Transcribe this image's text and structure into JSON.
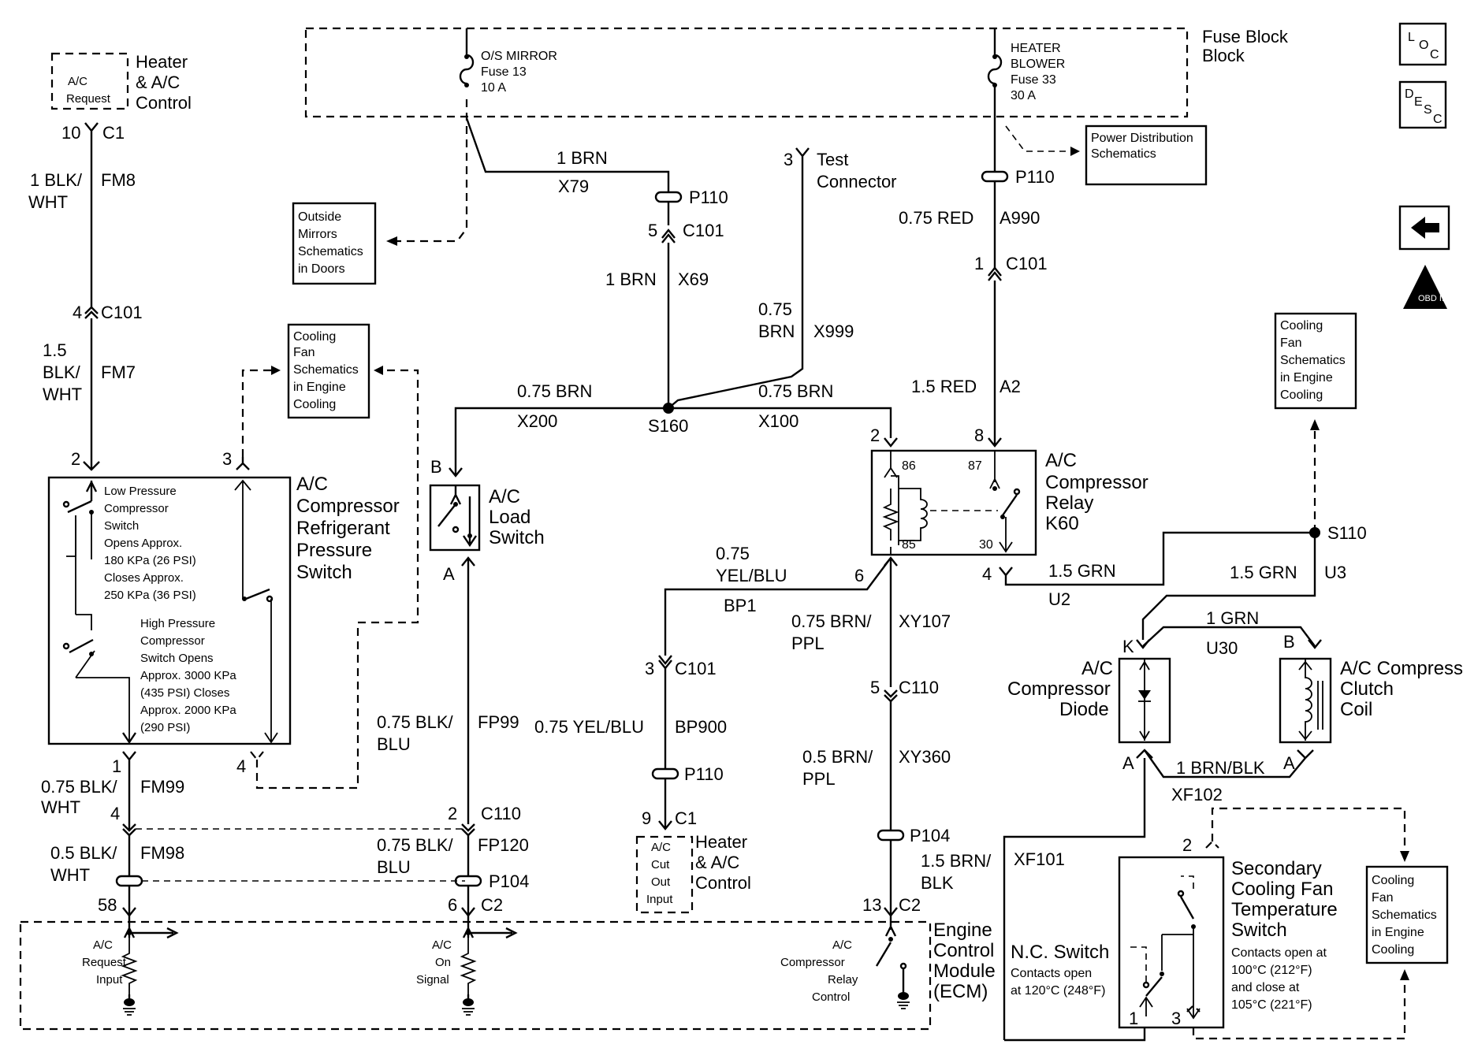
{
  "fuse_block": {
    "title": "Fuse Block",
    "fuse13": [
      "O/S MIRROR",
      "Fuse 13",
      "10 A"
    ],
    "fuse33": [
      "HEATER",
      "BLOWER",
      "Fuse 33",
      "30 A"
    ]
  },
  "refs": {
    "power_dist": [
      "Power Distribution",
      "Schematics"
    ],
    "outside_mirrors": [
      "Outside",
      "Mirrors",
      "Schematics",
      "in Doors"
    ],
    "cooling_fan_left": [
      "Cooling",
      "Fan",
      "Schematics",
      "in Engine",
      "Cooling"
    ],
    "cooling_fan_right_top": [
      "Cooling",
      "Fan",
      "Schematics",
      "in Engine",
      "Cooling"
    ],
    "cooling_fan_right_bottom": [
      "Cooling",
      "Fan",
      "Schematics",
      "in Engine",
      "Cooling"
    ]
  },
  "nav": {
    "loc": "LOC",
    "desc": "DESC",
    "obd": "OBD II"
  },
  "heater_ac_control_top": {
    "box": [
      "A/C",
      "Request"
    ],
    "title": [
      "Heater",
      "& A/C",
      "Control"
    ],
    "pin": "10",
    "conn": "C1"
  },
  "heater_ac_control_bottom": {
    "box": [
      "A/C",
      "Cut",
      "Out",
      "Input"
    ],
    "title": [
      "Heater",
      "& A/C",
      "Control"
    ],
    "pin": "9",
    "conn": "C1"
  },
  "wires": {
    "fm8": {
      "color": [
        "1 BLK/",
        "WHT"
      ],
      "circuit": "FM8"
    },
    "fm7": {
      "color": [
        "1.5",
        "BLK/",
        "WHT"
      ],
      "circuit": "FM7"
    },
    "fm99": {
      "color": [
        "0.75 BLK/",
        "WHT"
      ],
      "circuit": "FM99"
    },
    "fm98": {
      "color": [
        "0.5 BLK/",
        "WHT"
      ],
      "circuit": "FM98"
    },
    "x79": {
      "color": "1 BRN",
      "circuit": "X79"
    },
    "x69": {
      "color": "1 BRN",
      "circuit": "X69"
    },
    "x999": {
      "color": [
        "0.75",
        "BRN"
      ],
      "circuit": "X999"
    },
    "x200": {
      "color": "0.75 BRN",
      "circuit": "X200"
    },
    "x100": {
      "color": "0.75 BRN",
      "circuit": "X100"
    },
    "a990": {
      "color": "0.75 RED",
      "circuit": "A990"
    },
    "a2": {
      "color": "1.5 RED",
      "circuit": "A2"
    },
    "fp99": {
      "color": [
        "0.75 BLK/",
        "BLU"
      ],
      "circuit": "FP99"
    },
    "fp120": {
      "color": [
        "0.75 BLK/",
        "BLU"
      ],
      "circuit": "FP120"
    },
    "bp1": {
      "color": [
        "0.75",
        "YEL/BLU"
      ],
      "circuit": "BP1"
    },
    "bp900": {
      "color": "0.75 YEL/BLU",
      "circuit": "BP900"
    },
    "xy107": {
      "color": [
        "0.75 BRN/",
        "PPL"
      ],
      "circuit": "XY107"
    },
    "xy360": {
      "color": [
        "0.5 BRN/",
        "PPL"
      ],
      "circuit": "XY360"
    },
    "brnblk": {
      "color": [
        "1.5 BRN/",
        "BLK"
      ]
    },
    "u2": {
      "color": "1.5 GRN",
      "circuit": "U2"
    },
    "u3": {
      "color": "1.5 GRN",
      "circuit": "U3"
    },
    "u30": {
      "color": "1 GRN",
      "circuit": "U30"
    },
    "xf102": {
      "color": "1 BRN/BLK",
      "circuit": "XF102"
    },
    "xf101": {
      "circuit": "XF101"
    }
  },
  "connectors": {
    "c101_fm": {
      "pin": "4",
      "conn": "C101"
    },
    "p110_left": "P110",
    "c101_x69": {
      "pin": "5",
      "conn": "C101"
    },
    "test_conn": {
      "pin": "3",
      "label": [
        "Test",
        "Connector"
      ]
    },
    "p110_right": "P110",
    "c101_a990": {
      "pin": "1",
      "conn": "C101"
    },
    "c101_bp": {
      "pin": "3",
      "conn": "C101"
    },
    "p110_bp": "P110",
    "c110_xy": {
      "pin": "5",
      "conn": "C110"
    },
    "p104_right": "P104",
    "c110_fp": {
      "pin": "2",
      "conn": "C110"
    },
    "p104_left": "P104",
    "c2_6": {
      "pin": "6",
      "conn": "C2"
    },
    "c2_13": {
      "pin": "13",
      "conn": "C2"
    },
    "c2_58": {
      "pin": "58"
    },
    "s160": "S160",
    "s110": "S110"
  },
  "pressure_switch": {
    "title": [
      "A/C",
      "Compressor",
      "Refrigerant",
      "Pressure",
      "Switch"
    ],
    "low": [
      "Low Pressure",
      "Compressor",
      "Switch",
      "Opens Approx.",
      "180 KPa (26 PSI)",
      "Closes Approx.",
      "250 KPa (36 PSI)"
    ],
    "high": [
      "High Pressure",
      "Compressor",
      "Switch Opens",
      "Approx. 3000 KPa",
      "(435 PSI) Closes",
      "Approx. 2000 KPa",
      "(290 PSI)"
    ],
    "pins": {
      "p2": "2",
      "p3": "3",
      "p1": "1",
      "p4": "4",
      "p4b": "4"
    }
  },
  "load_switch": {
    "title": [
      "A/C",
      "Load",
      "Switch"
    ],
    "pin_b": "B",
    "pin_a": "A"
  },
  "relay": {
    "title": [
      "A/C",
      "Compressor",
      "Relay",
      "K60"
    ],
    "terms": {
      "t86": "86",
      "t85": "85",
      "t87": "87",
      "t30": "30"
    },
    "pins": {
      "p2": "2",
      "p8": "8",
      "p6": "6",
      "p4": "4"
    }
  },
  "diode": {
    "title": [
      "A/C",
      "Compressor",
      "Diode"
    ],
    "pin_k": "K",
    "pin_a": "A"
  },
  "clutch": {
    "title": [
      "A/C Compressor",
      "Clutch",
      "Coil"
    ],
    "pin_b": "B",
    "pin_a": "A"
  },
  "temp_switch": {
    "title": [
      "Secondary",
      "Cooling Fan",
      "Temperature",
      "Switch"
    ],
    "desc": [
      "Contacts open at",
      "100°C (212°F)",
      "and close at",
      "105°C (221°F)"
    ],
    "nc_title": "N.C. Switch",
    "nc_desc": [
      "Contacts open",
      "at 120°C (248°F)"
    ],
    "pins": {
      "p2": "2",
      "p1": "1",
      "p3": "3"
    }
  },
  "ecm": {
    "title": [
      "Engine",
      "Control",
      "Module",
      "(ECM)"
    ],
    "req": [
      "A/C",
      "Request",
      "Input"
    ],
    "on": [
      "A/C",
      "On",
      "Signal"
    ],
    "relay": [
      "A/C",
      "Compressor",
      "Relay",
      "Control"
    ]
  }
}
